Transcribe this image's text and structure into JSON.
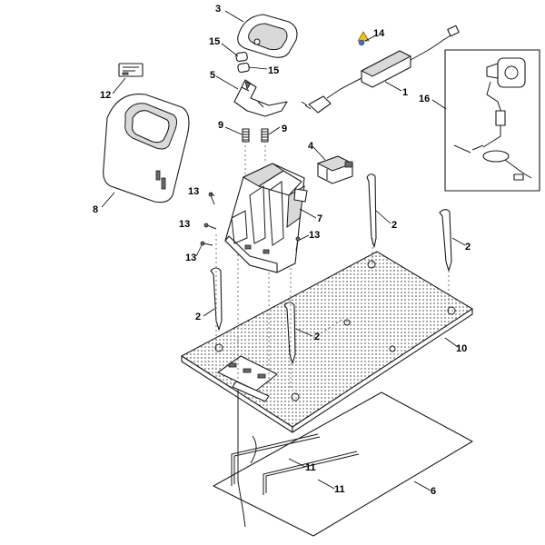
{
  "diagram": {
    "callouts": {
      "c1": "1",
      "c2a": "2",
      "c2b": "2",
      "c2c": "2",
      "c2d": "2",
      "c3": "3",
      "c4": "4",
      "c5": "5",
      "c6": "6",
      "c7": "7",
      "c8": "8",
      "c9a": "9",
      "c9b": "9",
      "c10": "10",
      "c11a": "11",
      "c11b": "11",
      "c12": "12",
      "c13a": "13",
      "c13b": "13",
      "c13c": "13",
      "c13d": "13",
      "c14": "14",
      "c15a": "15",
      "c15b": "15",
      "c16": "16"
    }
  }
}
